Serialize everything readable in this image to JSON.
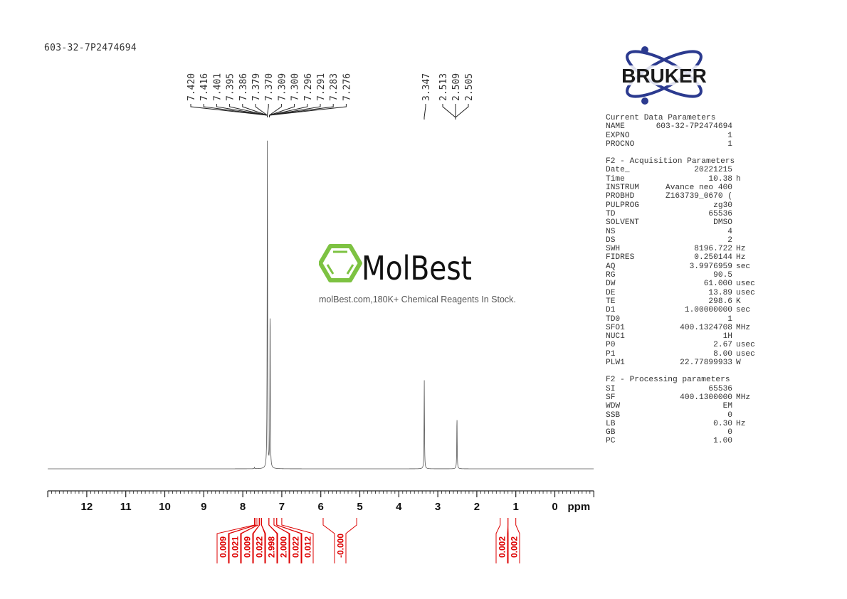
{
  "title": "603-32-7P2474694",
  "logo": {
    "brand": "BRUKER",
    "watermark": "MolBest",
    "watermark_sub": "molBest.com,180K+ Chemical Reagents In Stock.",
    "watermark_color": "#7dc242"
  },
  "params": {
    "current": {
      "heading": "Current Data Parameters",
      "rows": [
        {
          "k": "NAME",
          "v": "603-32-7P2474694",
          "u": ""
        },
        {
          "k": "EXPNO",
          "v": "1",
          "u": ""
        },
        {
          "k": "PROCNO",
          "v": "1",
          "u": ""
        }
      ]
    },
    "acq": {
      "heading": "F2 - Acquisition Parameters",
      "rows": [
        {
          "k": "Date_",
          "v": "20221215",
          "u": ""
        },
        {
          "k": "Time",
          "v": "10.38",
          "u": "h"
        },
        {
          "k": "INSTRUM",
          "v": "Avance neo 400",
          "u": ""
        },
        {
          "k": "PROBHD",
          "v": "Z163739_0670 (",
          "u": ""
        },
        {
          "k": "PULPROG",
          "v": "zg30",
          "u": ""
        },
        {
          "k": "TD",
          "v": "65536",
          "u": ""
        },
        {
          "k": "SOLVENT",
          "v": "DMSO",
          "u": ""
        },
        {
          "k": "NS",
          "v": "4",
          "u": ""
        },
        {
          "k": "DS",
          "v": "2",
          "u": ""
        },
        {
          "k": "SWH",
          "v": "8196.722",
          "u": "Hz"
        },
        {
          "k": "FIDRES",
          "v": "0.250144",
          "u": "Hz"
        },
        {
          "k": "AQ",
          "v": "3.9976959",
          "u": "sec"
        },
        {
          "k": "RG",
          "v": "90.5",
          "u": ""
        },
        {
          "k": "DW",
          "v": "61.000",
          "u": "usec"
        },
        {
          "k": "DE",
          "v": "13.89",
          "u": "usec"
        },
        {
          "k": "TE",
          "v": "298.6",
          "u": "K"
        },
        {
          "k": "D1",
          "v": "1.00000000",
          "u": "sec"
        },
        {
          "k": "TD0",
          "v": "1",
          "u": ""
        },
        {
          "k": "SFO1",
          "v": "400.1324708",
          "u": "MHz"
        },
        {
          "k": "NUC1",
          "v": "1H",
          "u": ""
        },
        {
          "k": "P0",
          "v": "2.67",
          "u": "usec"
        },
        {
          "k": "P1",
          "v": "8.00",
          "u": "usec"
        },
        {
          "k": "PLW1",
          "v": "22.77899933",
          "u": "W"
        }
      ]
    },
    "proc": {
      "heading": "F2 - Processing parameters",
      "rows": [
        {
          "k": "SI",
          "v": "65536",
          "u": ""
        },
        {
          "k": "SF",
          "v": "400.1300000",
          "u": "MHz"
        },
        {
          "k": "WDW",
          "v": "EM",
          "u": ""
        },
        {
          "k": "SSB",
          "v": "0",
          "u": ""
        },
        {
          "k": "LB",
          "v": "0.30",
          "u": "Hz"
        },
        {
          "k": "GB",
          "v": "0",
          "u": ""
        },
        {
          "k": "PC",
          "v": "1.00",
          "u": ""
        }
      ]
    }
  },
  "chart_data": {
    "type": "line",
    "xlabel": "ppm",
    "xlim": [
      13.0,
      -1.0
    ],
    "x_ticks": [
      "12",
      "11",
      "10",
      "9",
      "8",
      "7",
      "6",
      "5",
      "4",
      "3",
      "2",
      "1",
      "0"
    ],
    "x_reversed": true,
    "grid": false,
    "line_color": "#555555",
    "integral_color": "#dd0000",
    "peaks": [
      {
        "ppm": 7.37,
        "rel_intensity": 1.0
      },
      {
        "ppm": 7.3,
        "rel_intensity": 0.5
      },
      {
        "ppm": 3.347,
        "rel_intensity": 0.27
      },
      {
        "ppm": 2.509,
        "rel_intensity": 0.16
      },
      {
        "ppm": 7.7,
        "rel_intensity": 0.004
      }
    ],
    "peak_label_groups": [
      {
        "labels": [
          "7.420",
          "7.416",
          "7.401",
          "7.395",
          "7.386",
          "7.379",
          "7.370",
          "7.309",
          "7.300",
          "7.296",
          "7.291",
          "7.283",
          "7.276"
        ]
      },
      {
        "labels": [
          "3.347"
        ]
      },
      {
        "labels": [
          "2.513",
          "2.509",
          "2.505"
        ]
      }
    ],
    "integrals": [
      {
        "from": 7.7,
        "to": 7.66,
        "value": "0.009"
      },
      {
        "from": 7.66,
        "to": 7.61,
        "value": "0.021"
      },
      {
        "from": 7.61,
        "to": 7.57,
        "value": "0.009"
      },
      {
        "from": 7.57,
        "to": 7.52,
        "value": "0.022"
      },
      {
        "from": 7.52,
        "to": 7.33,
        "value": "2.998"
      },
      {
        "from": 7.33,
        "to": 7.2,
        "value": "2.000"
      },
      {
        "from": 7.2,
        "to": 7.13,
        "value": "0.022"
      },
      {
        "from": 7.13,
        "to": 7.0,
        "value": "0.012"
      },
      {
        "from": 5.94,
        "to": 5.08,
        "value": "-0.000"
      },
      {
        "from": 1.4,
        "to": 1.2,
        "value": "0.002"
      },
      {
        "from": 1.2,
        "to": 1.0,
        "value": "0.002"
      }
    ]
  }
}
